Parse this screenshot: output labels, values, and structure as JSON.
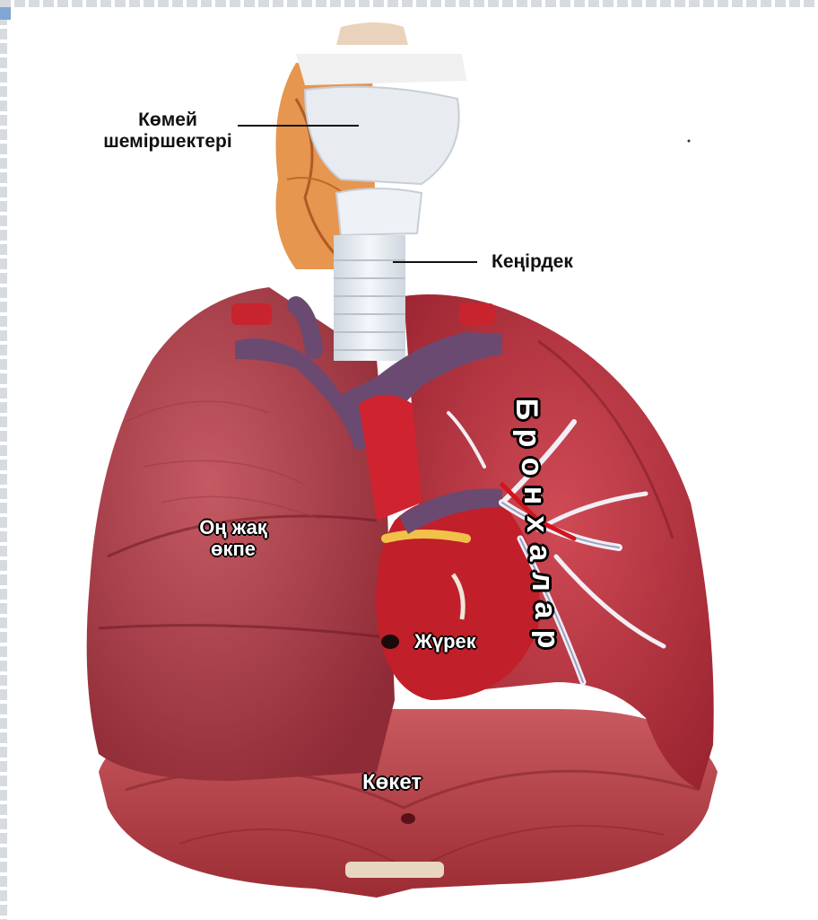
{
  "labels": {
    "larynx_cartilage_line1": "Көмей",
    "larynx_cartilage_line2": "шеміршектері",
    "trachea": "Кеңірдек",
    "bronchi": "Бронхалар",
    "right_lung_line1": "Оң жақ",
    "right_lung_line2": "өкпе",
    "heart": "Жүрек",
    "diaphragm": "Көкет"
  },
  "colors": {
    "lung": "#b8454f",
    "lung_dark": "#8f2b36",
    "trachea": "#e9eef2",
    "bronchi_vessel": "#6b4a72",
    "heart": "#c7242e",
    "diaphragm": "#a8323c",
    "neck_muscle": "#e08a4a"
  }
}
